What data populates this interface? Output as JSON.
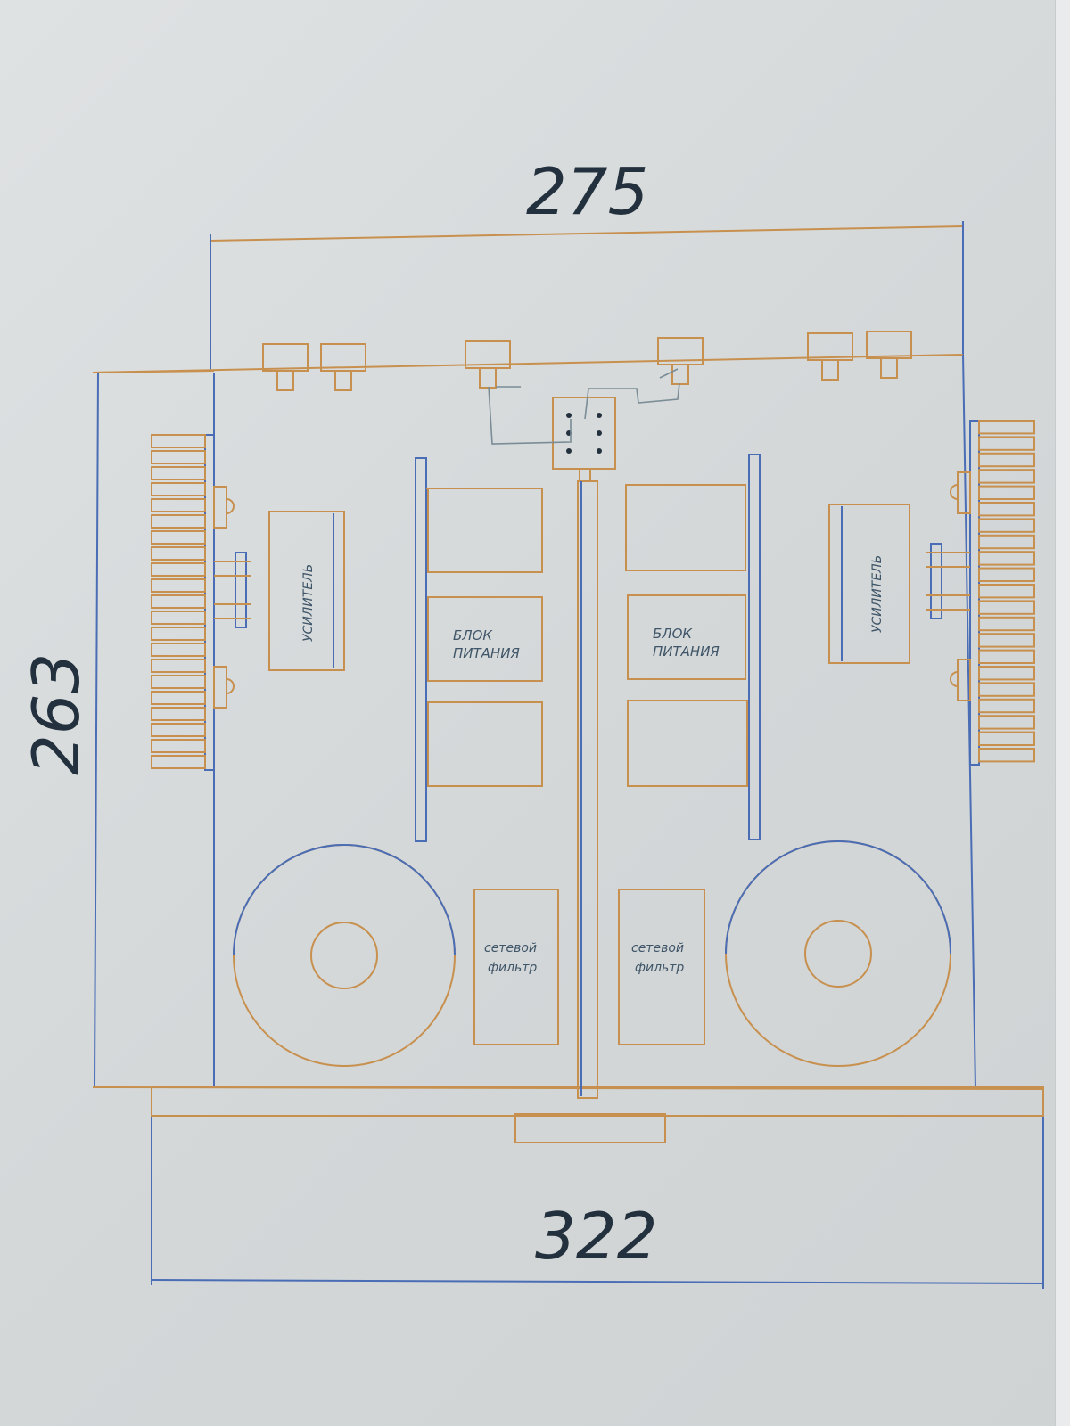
{
  "dimensions": {
    "width_top": "275",
    "height_left": "263",
    "width_bottom": "322"
  },
  "labels": {
    "amplifier": "УСИЛИТЕЛЬ",
    "psu_line1": "БЛОК",
    "psu_line2": "ПИТАНИЯ",
    "filter_line1": "сетевой",
    "filter_line2": "фильтр"
  },
  "colors": {
    "outline_orange": "#c8904e",
    "outline_blue": "#4a6db5",
    "text": "#23303d"
  }
}
